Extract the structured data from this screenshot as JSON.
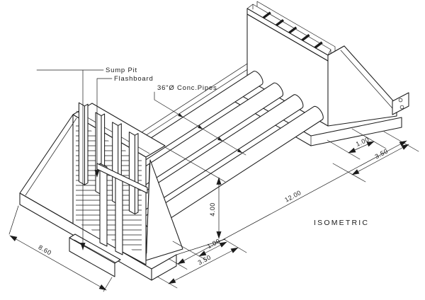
{
  "drawing": {
    "labels": {
      "sump_pit": "Sump Pit",
      "flashboard": "Flashboard",
      "pipes": "36\"Ø Conc.Pipes",
      "view_title": "ISOMETRIC"
    },
    "dimensions": {
      "apron_width": "8.60",
      "left_slab": "3.50",
      "left_toe": "1.00",
      "wall_height": "4.00",
      "overall_length": "12.00",
      "right_toe": "1.00",
      "right_slab": "3.50"
    },
    "colors": {
      "ink": "#1b1b1b",
      "paper": "#ffffff"
    }
  }
}
